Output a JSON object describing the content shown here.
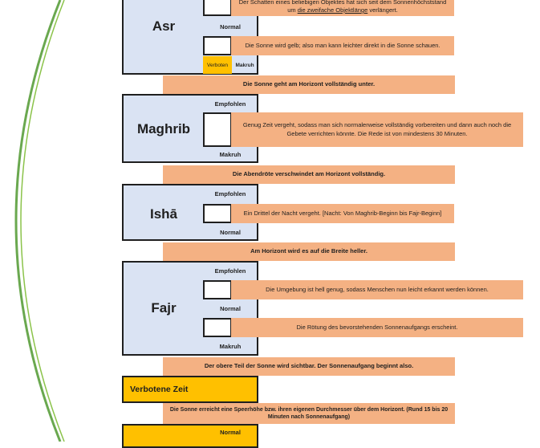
{
  "asr": {
    "name": "Asr",
    "text1_a": "Der Schatten eines beliebigen Objektes hat sich seit dem Sonnenhöchststand um ",
    "text1_link": "die zweifache Objektlänge",
    "text1_b": " verlängert.",
    "normal": "Normal",
    "text2": "Die Sonne wird gelb; also man kann leichter direkt in die Sonne schauen.",
    "verboten": "Verboten",
    "makruh": "Makruh"
  },
  "bar_asr_end": "Die Sonne geht am Horizont vollständig unter.",
  "maghrib": {
    "name": "Maghrib",
    "empfohlen": "Empfohlen",
    "text": "Genug Zeit vergeht, sodass man sich normalerweise vollständig vorbereiten und dann auch noch die Gebete verrichten könnte. Die Rede ist von mindestens 30 Minuten.",
    "makruh": "Makruh"
  },
  "bar_maghrib_end": "Die Abendröte verschwindet am Horizont vollständig.",
  "isha": {
    "name": "Ishā",
    "empfohlen": "Empfohlen",
    "text": "Ein Drittel der Nacht vergeht. [Nacht: Von Maghrib-Beginn bis Fajr-Beginn]",
    "normal": "Normal"
  },
  "bar_isha_end": "Am Horizont wird es auf die Breite heller.",
  "fajr": {
    "name": "Fajr",
    "empfohlen": "Empfohlen",
    "text1": "Die Umgebung ist hell genug, sodass Menschen nun leicht erkannt werden können.",
    "normal": "Normal",
    "text2": "Die Rötung des bevorstehenden Sonnenaufgangs erscheint.",
    "makruh": "Makruh"
  },
  "bar_fajr_end": "Der obere Teil der Sonne wird sichtbar. Der Sonnenaufgang beginnt also.",
  "verbotene_zeit": "Verbotene Zeit",
  "bar_sunrise": "Die Sonne erreicht eine Speerhöhe bzw. ihren eigenen Durchmesser über dem Horizont. (Rund 15 bis 20 Minuten nach Sonnenaufgang)",
  "next": {
    "normal": "Normal"
  },
  "colors": {
    "blue": "#dae3f3",
    "orange": "#f4b183",
    "yellow": "#ffc000",
    "arc": "#6aa84f"
  }
}
